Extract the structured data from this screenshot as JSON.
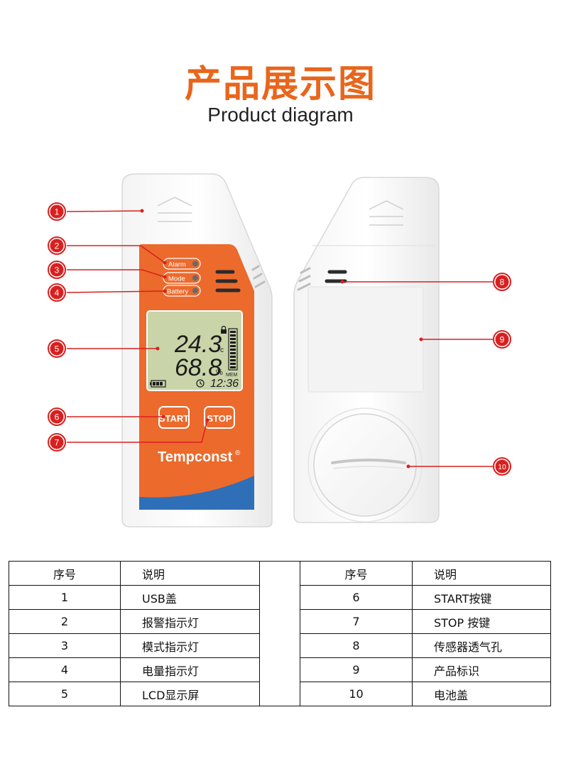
{
  "header": {
    "title_cn": "产品展示图",
    "title_en": "Product diagram"
  },
  "device_front": {
    "indicators": [
      "Alarm",
      "Mode",
      "Battery"
    ],
    "lcd": {
      "temperature": "24.3",
      "temp_unit": "°c",
      "humidity": "68.8",
      "humidity_unit": "%",
      "mem_label": "MEM",
      "time": "12:36"
    },
    "buttons": {
      "start": "START",
      "stop": "STOP"
    },
    "brand": "Tempconst",
    "brand_mark": "®"
  },
  "callouts": [
    "1",
    "2",
    "3",
    "4",
    "5",
    "6",
    "7",
    "8",
    "9",
    "10"
  ],
  "table": {
    "headers": {
      "index": "序号",
      "desc": "说明"
    },
    "left_rows": [
      {
        "index": "1",
        "desc": "USB盖"
      },
      {
        "index": "2",
        "desc": "报警指示灯"
      },
      {
        "index": "3",
        "desc": "模式指示灯"
      },
      {
        "index": "4",
        "desc": "电量指示灯"
      },
      {
        "index": "5",
        "desc": "LCD显示屏"
      }
    ],
    "right_rows": [
      {
        "index": "6",
        "desc": "START按键"
      },
      {
        "index": "7",
        "desc": "STOP 按键"
      },
      {
        "index": "8",
        "desc": "传感器透气孔"
      },
      {
        "index": "9",
        "desc": "产品标识"
      },
      {
        "index": "10",
        "desc": "电池盖"
      }
    ]
  },
  "colors": {
    "accent": "#e8661c",
    "device_orange": "#ec6a2c",
    "device_blue": "#2f6fb7",
    "callout_red": "#d9201f",
    "lcd_green": "#c9d4a9"
  }
}
